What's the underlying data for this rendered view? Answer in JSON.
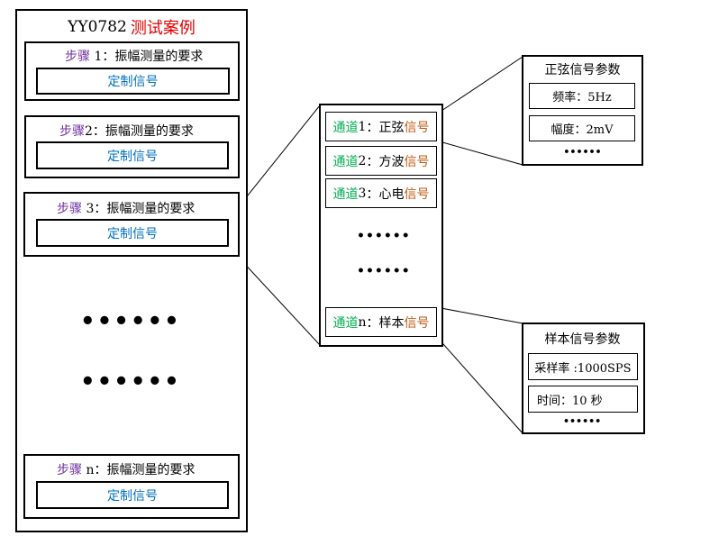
{
  "case": {
    "title_code": "YY0782",
    "title_cn": "测试案例",
    "steps": [
      {
        "prefix": "步骤",
        "num": " 1",
        "text": "：振幅测量的要求",
        "signal": "定制信号"
      },
      {
        "prefix": "步骤",
        "num": "2",
        "text": "：振幅测量的要求",
        "signal": "定制信号"
      },
      {
        "prefix": "步骤",
        "num": " 3",
        "text": "：振幅测量的要求",
        "signal": "定制信号"
      },
      {
        "prefix": "步骤",
        "num": " n",
        "text": "：振幅测量的要求",
        "signal": "定制信号"
      }
    ],
    "ellipsis": "••••••"
  },
  "channels": {
    "items": [
      {
        "label": "通道",
        "num": " 1",
        "name": "：正弦",
        "suffix": "信号"
      },
      {
        "label": "通道",
        "num": " 2",
        "name": "：方波",
        "suffix": "信号"
      },
      {
        "label": "通道",
        "num": " 3",
        "name": "：心电",
        "suffix": "信号"
      },
      {
        "label": "通道",
        "num": " n",
        "name": "：样本",
        "suffix": "信号"
      }
    ],
    "ellipsis": "••••••"
  },
  "sine_params": {
    "title": "正弦信号参数",
    "freq": "频率：5Hz",
    "amp": "幅度：2mV",
    "ellipsis": "••••••"
  },
  "sample_params": {
    "title": "样本信号参数",
    "rate": "采样率 :1000SPS",
    "time": "时间：10 秒",
    "ellipsis": "••••••"
  }
}
